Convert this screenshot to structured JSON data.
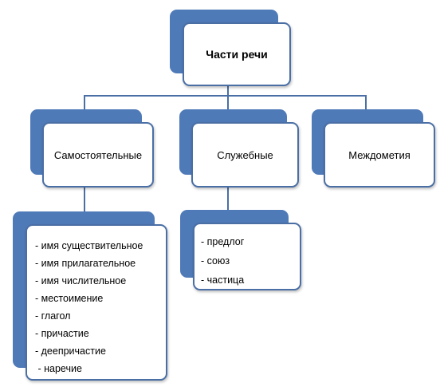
{
  "root": {
    "label": "Части речи"
  },
  "categories": [
    {
      "label": "Самостоятельные"
    },
    {
      "label": "Служебные"
    },
    {
      "label": "Междометия"
    }
  ],
  "lists": {
    "independent": [
      "- имя существительное",
      "- имя прилагательное",
      "- имя числительное",
      "- местоимение",
      "- глагол",
      "- причастие",
      "- деепричастие",
      " - наречие"
    ],
    "auxiliary": [
      "- предлог",
      "- союз",
      "- частица"
    ]
  },
  "colors": {
    "box_shadow_fill": "#4f7ab8",
    "box_border": "#4a6fa5",
    "connector": "#4a6fa5"
  }
}
